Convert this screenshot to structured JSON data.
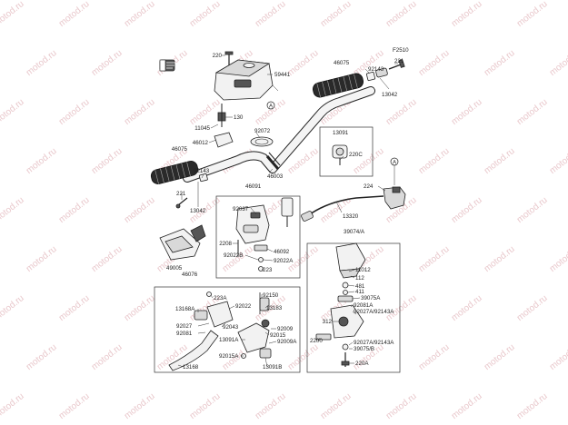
{
  "figure_code": "F2510",
  "watermark": "motod.ru",
  "ref_marker": "A",
  "groups": {
    "lower_left": "46076",
    "right": "39074/A"
  },
  "labels": [
    "220",
    "59441",
    "130",
    "11045",
    "46012",
    "46075",
    "92143",
    "13042",
    "221",
    "92072",
    "46003",
    "13091",
    "220C",
    "46075",
    "92143",
    "221",
    "13042",
    "46091",
    "92037",
    "2208",
    "92022B",
    "46092",
    "92022A",
    "223",
    "224",
    "13320",
    "49005",
    "223A",
    "92022",
    "92150",
    "13168A",
    "13183",
    "92027",
    "92043",
    "92081",
    "92009",
    "13091A",
    "92015",
    "92009A",
    "92015A",
    "13168",
    "13091B",
    "11012",
    "112",
    "481",
    "411",
    "39075A",
    "92081A",
    "92027A/92143A",
    "312",
    "2200",
    "92027A/92143A",
    "39075/B",
    "220A"
  ]
}
